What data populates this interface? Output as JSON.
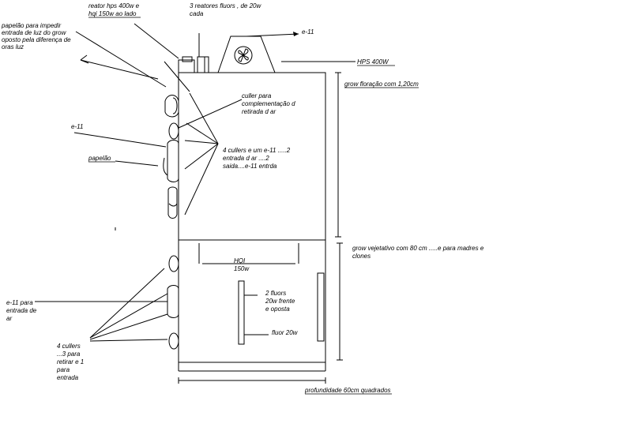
{
  "labels": {
    "papelao_top": [
      "papelão para impedir",
      "entrada de luz do grow",
      "oposto  pela diferença de",
      "oras luz"
    ],
    "reator": [
      "reator hps 400w e",
      "hqi 150w ao lado"
    ],
    "reatores_fluors": [
      "3 reatores fluors ,  de 20w",
      "cada"
    ],
    "e11_top": [
      "e-11"
    ],
    "hps": [
      "HPS 400W"
    ],
    "grow_floracao": [
      "grow floração com 1,20cm"
    ],
    "culler": [
      "culler para",
      "complementação d",
      "retirada d ar"
    ],
    "e11_left": [
      "e-11"
    ],
    "papelao_left": [
      "papelão"
    ],
    "cullers_flora": [
      "4 cullers e um e-11 .....2",
      "entrada d ar ....2",
      "saida....e-11 entrda"
    ],
    "grow_vegetativo": [
      "grow vejetativo com 80 cm .....e para madres e",
      "clones"
    ],
    "hqi": [
      "HQI",
      "150w"
    ],
    "fluors_2": [
      "2 fluors",
      "20w frente",
      "e oposta"
    ],
    "fluor_20w": [
      "fluor 20w"
    ],
    "e11_entrada": [
      "e-11 para",
      "entrada de",
      "ar"
    ],
    "cullers_veg": [
      "4 cullers",
      "...3 para",
      "retirar e 1",
      "para",
      "entrada"
    ],
    "profundidade": [
      "profundidade 60cm quadrados"
    ]
  }
}
